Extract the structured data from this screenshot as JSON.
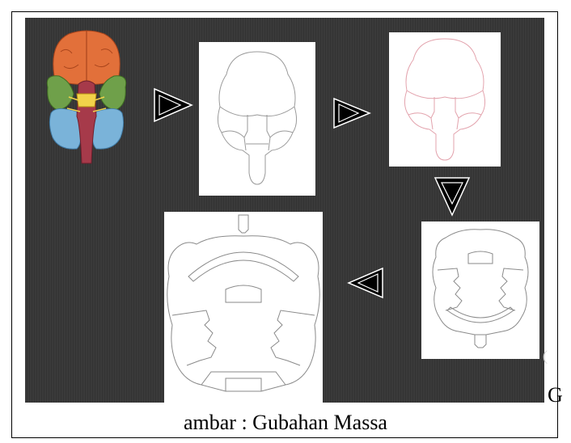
{
  "figure": {
    "caption_first_letter": "G",
    "caption_rest": "ambar : Gubahan Massa",
    "colors": {
      "panel_background": "#3a3a3a",
      "card_background": "#ffffff",
      "sketch_gray": "#9a9a9a",
      "sketch_pink": "#e3a3ad",
      "arrow_fill": "#000000",
      "arrow_outline": "#ffffff"
    },
    "steps": [
      {
        "id": "brain-photo",
        "kind": "anatomical illustration (base of brain)"
      },
      {
        "id": "outline-sketch-gray",
        "kind": "line sketch"
      },
      {
        "id": "outline-sketch-pink",
        "kind": "line sketch"
      },
      {
        "id": "abstracted-plan-small",
        "kind": "line plan"
      },
      {
        "id": "abstracted-plan-large",
        "kind": "line plan"
      }
    ],
    "arrows": [
      "right",
      "right",
      "down",
      "left"
    ]
  }
}
